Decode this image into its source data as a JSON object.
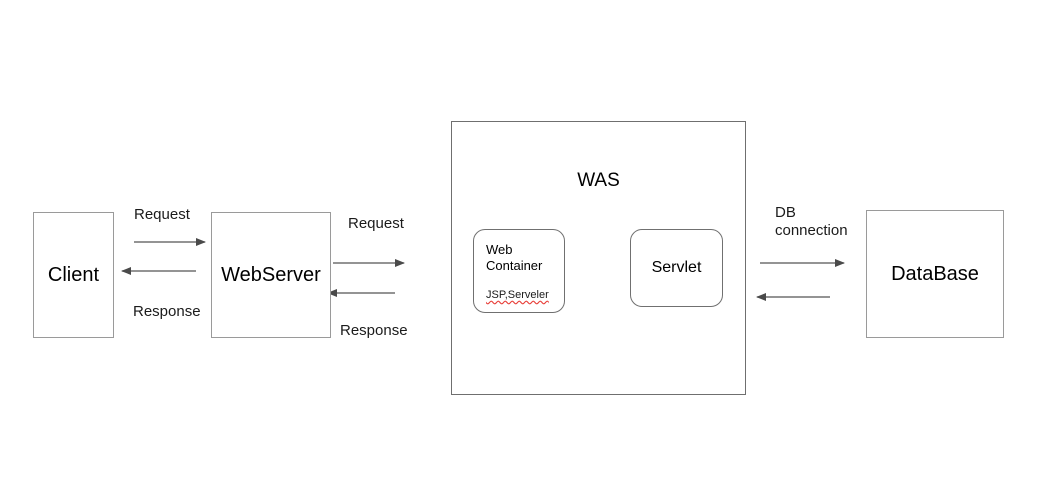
{
  "diagram": {
    "title": "WAS request/response architecture diagram",
    "background": "#ffffff",
    "stroke_color": "#9a9a9a",
    "arrow_color": "#4a4a4a",
    "spellcheck_color": "#e8403a"
  },
  "nodes": {
    "client": {
      "label": "Client"
    },
    "web_server": {
      "label": "WebServer"
    },
    "was": {
      "label": "WAS"
    },
    "web_container": {
      "label": "Web\nContainer",
      "sub_label": "JSP,Serveler"
    },
    "servlet": {
      "label": "Servlet"
    },
    "database": {
      "label": "DataBase"
    }
  },
  "edge_labels": {
    "client_to_server_request": "Request",
    "server_to_client_response": "Response",
    "server_to_was_request": "Request",
    "was_to_server_response": "Response",
    "was_to_db": "DB\nconnection"
  },
  "arrows": [
    {
      "name": "client-to-webserver",
      "direction": "right",
      "from": "client",
      "to": "web_server"
    },
    {
      "name": "webserver-to-client",
      "direction": "left",
      "from": "web_server",
      "to": "client"
    },
    {
      "name": "webserver-to-was",
      "direction": "right",
      "from": "web_server",
      "to": "was"
    },
    {
      "name": "was-to-webserver",
      "direction": "left",
      "from": "was",
      "to": "web_server"
    },
    {
      "name": "webcontainer-to-servlet",
      "direction": "right",
      "from": "web_container",
      "to": "servlet"
    },
    {
      "name": "servlet-to-webcontainer",
      "direction": "left",
      "from": "servlet",
      "to": "web_container"
    },
    {
      "name": "was-to-database",
      "direction": "right",
      "from": "was",
      "to": "database"
    },
    {
      "name": "database-to-was",
      "direction": "left",
      "from": "database",
      "to": "was"
    }
  ]
}
